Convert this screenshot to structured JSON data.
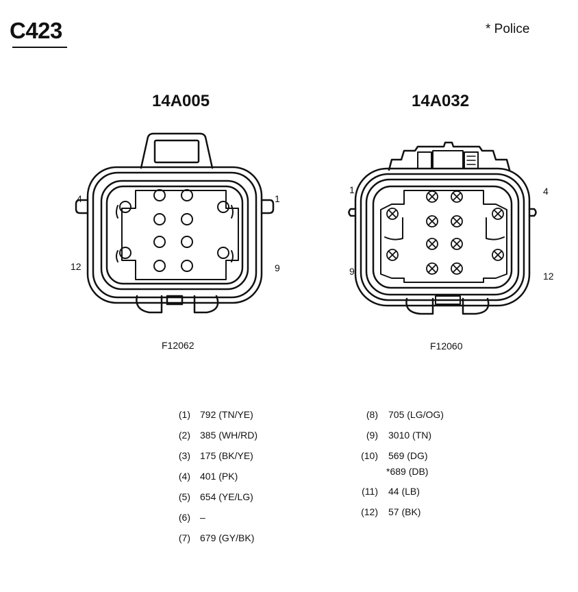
{
  "title": "C423",
  "footnote": "* Police",
  "left_connector": {
    "part_number": "14A005",
    "figure_code": "F12062",
    "pin_labels": [
      "4",
      "1",
      "12",
      "9"
    ]
  },
  "right_connector": {
    "part_number": "14A032",
    "figure_code": "F12060",
    "pin_labels": [
      "1",
      "4",
      "9",
      "12"
    ]
  },
  "pinout": {
    "left_column": [
      {
        "num": "(1)",
        "value": "792 (TN/YE)"
      },
      {
        "num": "(2)",
        "value": "385 (WH/RD)"
      },
      {
        "num": "(3)",
        "value": "175 (BK/YE)"
      },
      {
        "num": "(4)",
        "value": "401 (PK)"
      },
      {
        "num": "(5)",
        "value": "654 (YE/LG)"
      },
      {
        "num": "(6)",
        "value": "–"
      },
      {
        "num": "(7)",
        "value": "679 (GY/BK)"
      }
    ],
    "right_column": [
      {
        "num": "(8)",
        "value": "705 (LG/OG)"
      },
      {
        "num": "(9)",
        "value": "3010 (TN)"
      },
      {
        "num": "(10)",
        "value": "569 (DG)",
        "extra": "*689 (DB)"
      },
      {
        "num": "(11)",
        "value": "44 (LB)"
      },
      {
        "num": "(12)",
        "value": "57 (BK)"
      }
    ]
  }
}
